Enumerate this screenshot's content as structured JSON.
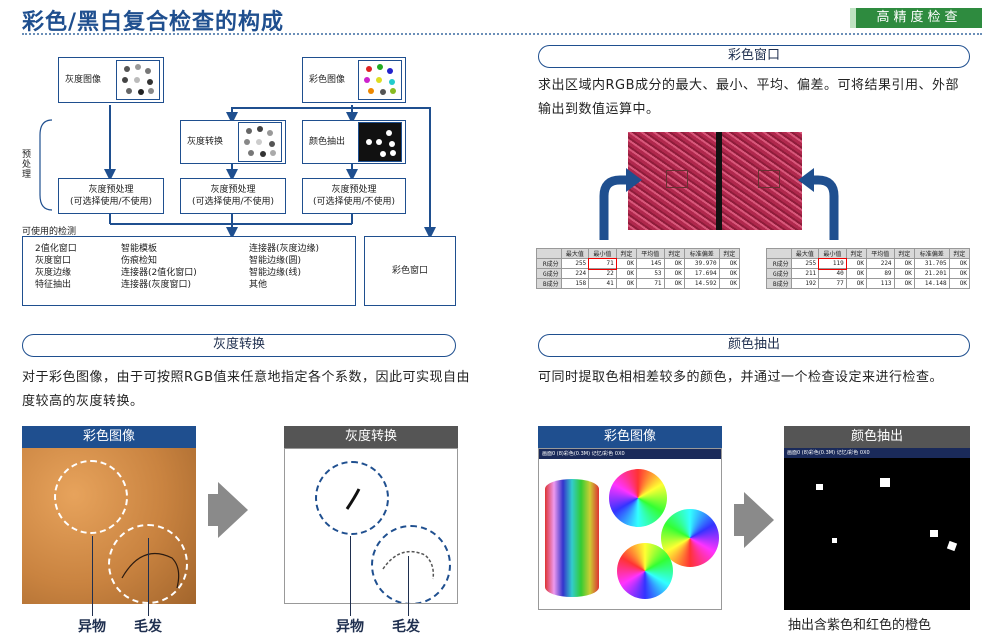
{
  "header": {
    "title": "彩色/黑白复合检查的构成",
    "badge": "高精度检查"
  },
  "flow": {
    "gray_image": "灰度图像",
    "color_image": "彩色图像",
    "gray_convert": "灰度转换",
    "color_extract": "颜色抽出",
    "preprocess_label": "预处理",
    "preprocess_box": "灰度预处理\n(可选择使用/不使用)",
    "available_label": "可使用的检测",
    "tools_col1": [
      "2值化窗口",
      "灰度窗口",
      "灰度边缘",
      "特征抽出"
    ],
    "tools_col2": [
      "智能模板",
      "伤痕检知",
      "连接器(2值化窗口)",
      "连接器(灰度窗口)"
    ],
    "tools_col3": [
      "连接器(灰度边缘)",
      "智能边缘(圆)",
      "智能边缘(线)",
      "其他"
    ],
    "color_window_box": "彩色窗口"
  },
  "color_window": {
    "heading": "彩色窗口",
    "desc": "求出区域内RGB成分的最大、最小、平均、偏差。可将结果引用、外部输出到数值运算中。",
    "table_headers": [
      "",
      "最大值",
      "最小值",
      "判定",
      "平均值",
      "判定",
      "标准偏差",
      "判定"
    ],
    "table_left": [
      [
        "R成分",
        "255",
        "71",
        "OK",
        "145",
        "OK",
        "39.970",
        "OK"
      ],
      [
        "G成分",
        "224",
        "22",
        "OK",
        "53",
        "OK",
        "17.694",
        "OK"
      ],
      [
        "B成分",
        "158",
        "41",
        "OK",
        "71",
        "OK",
        "14.592",
        "OK"
      ]
    ],
    "table_right": [
      [
        "R成分",
        "255",
        "119",
        "OK",
        "224",
        "OK",
        "31.705",
        "OK"
      ],
      [
        "G成分",
        "211",
        "40",
        "OK",
        "89",
        "OK",
        "21.201",
        "OK"
      ],
      [
        "B成分",
        "192",
        "77",
        "OK",
        "113",
        "OK",
        "14.148",
        "OK"
      ]
    ]
  },
  "gray_convert": {
    "heading": "灰度转换",
    "desc": "对于彩色图像，由于可按照RGB值来任意地指定各个系数，因此可实现自由度较高的灰度转换。",
    "panel_left": "彩色图像",
    "panel_right": "灰度转换",
    "label_foreign": "异物",
    "label_hair": "毛发"
  },
  "color_extract": {
    "heading": "颜色抽出",
    "desc": "可同时提取色相相差较多的颜色，并通过一个检查设定来进行检查。",
    "panel_left": "彩色图像",
    "panel_right": "颜色抽出",
    "screen_bar": "画面0  (8)彩色(0.3M) 记忆/彩色 0X0",
    "caption": "抽出含紫色和红色的橙色"
  },
  "colors": {
    "brand_blue": "#1f4f8f",
    "badge_green": "#2e8b3f",
    "arrow_gray": "#8a8a8a"
  }
}
